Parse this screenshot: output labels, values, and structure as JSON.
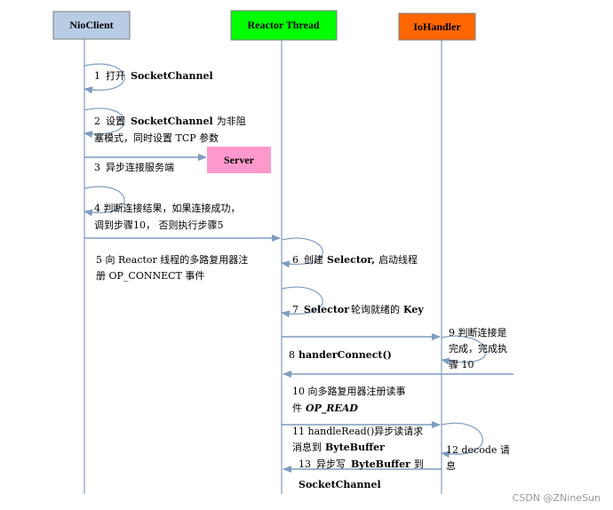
{
  "lanes": {
    "client": {
      "label": "NioClient",
      "fill": "#b8cce4"
    },
    "reactor": {
      "label": "Reactor Thread",
      "fill": "#00ff00"
    },
    "handler": {
      "label": "IoHandler",
      "fill": "#ff6600"
    }
  },
  "server": {
    "label": "Server",
    "fill": "#ff99cc"
  },
  "steps": {
    "s1": {
      "num": "1",
      "text": "打开",
      "code": "SocketChannel"
    },
    "s2": {
      "num": "2",
      "text": "设置",
      "code": "SocketChannel",
      "rest": "为非阻",
      "line2": "塞模式，同时设置 TCP 参数"
    },
    "s3": {
      "num": "3",
      "text": "异步连接服务端"
    },
    "s4": {
      "line1": "4  判断连接结果，如果连接成功，",
      "line2": "调到步骤10， 否则执行步骤5"
    },
    "s5": {
      "line1": "5  向 Reactor 线程的多路复用器注",
      "line2": "册 OP_CONNECT 事件"
    },
    "s6": {
      "num": "6",
      "text": "创建",
      "code": "Selector,",
      "rest": "启动线程"
    },
    "s7": {
      "num": "7",
      "code": "Selector",
      "text": "轮询就绪的",
      "rest": "Key"
    },
    "s8": {
      "num": "8",
      "code": "handerConnect()"
    },
    "s9": {
      "line1": "9  判断连接是",
      "line2": "完成，完成执",
      "line3": "骤 10"
    },
    "s10": {
      "line1": "10  向多路复用器注册读事",
      "line2pre": "件",
      "line2code": "OP_READ"
    },
    "s11": {
      "line1": "11 handleRead()异步读请求",
      "line2pre": "消息到",
      "line2code": "ByteBuffer"
    },
    "s12": {
      "line1": "12  decode  请",
      "line2": "息"
    },
    "s13": {
      "num": "13",
      "text": "异步写",
      "code": "ByteBuffer",
      "rest": "到",
      "line2code": "SocketChannel"
    }
  },
  "watermark": "CSDN @ZNineSun",
  "colors": {
    "line": "#7f9cbf"
  }
}
